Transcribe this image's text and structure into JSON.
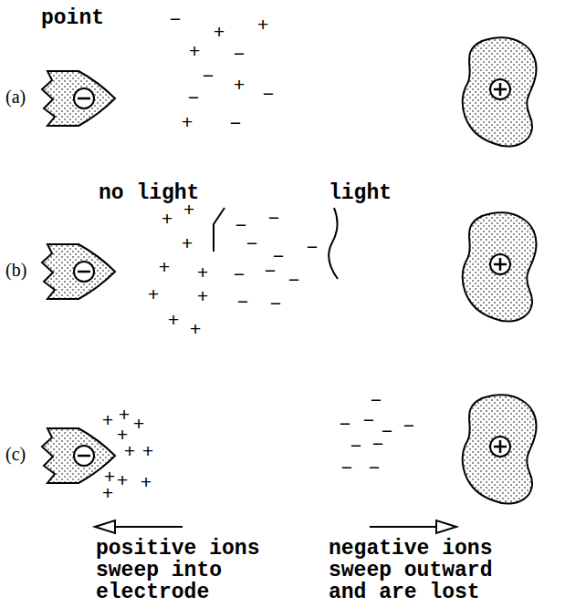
{
  "diagram": {
    "labels": [
      "point",
      "(a)",
      "−",
      "+",
      "+",
      "+",
      "−",
      "−",
      "+",
      "−",
      "−",
      "+",
      "−",
      "(b)",
      "no light",
      "light",
      "+",
      "+",
      "+",
      "+",
      "+",
      "+",
      "+",
      "+",
      "+",
      "−",
      "−",
      "−",
      "−",
      "−",
      "−",
      "−",
      "−",
      "−",
      "−",
      "(c)",
      "+",
      "+",
      "+",
      "+",
      "+",
      "+",
      "+",
      "+",
      "+",
      "+",
      "−",
      "−",
      "−",
      "−",
      "−",
      "−",
      "−",
      "−",
      "−",
      "positive ions sweep into electrode",
      "negative ions sweep outward and are lost"
    ]
  }
}
